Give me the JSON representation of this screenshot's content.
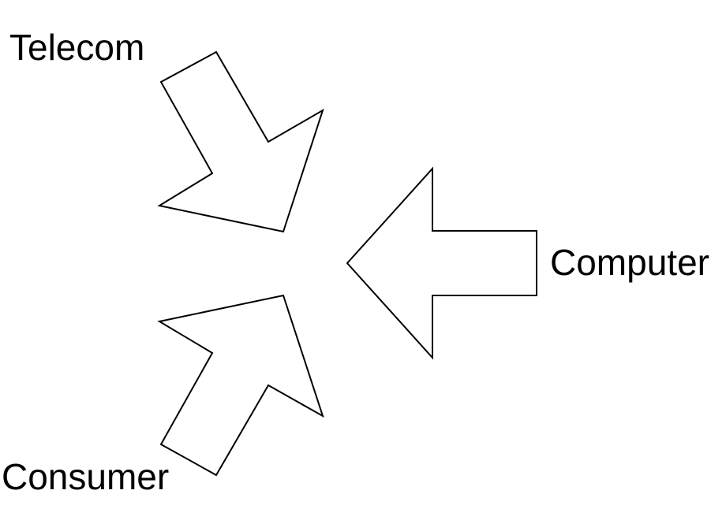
{
  "diagram": {
    "labels": {
      "telecom": "Telecom",
      "computer": "Computer",
      "consumer": "Consumer"
    },
    "colors": {
      "stroke": "#000000",
      "fill": "#ffffff",
      "background": "#ffffff"
    }
  }
}
